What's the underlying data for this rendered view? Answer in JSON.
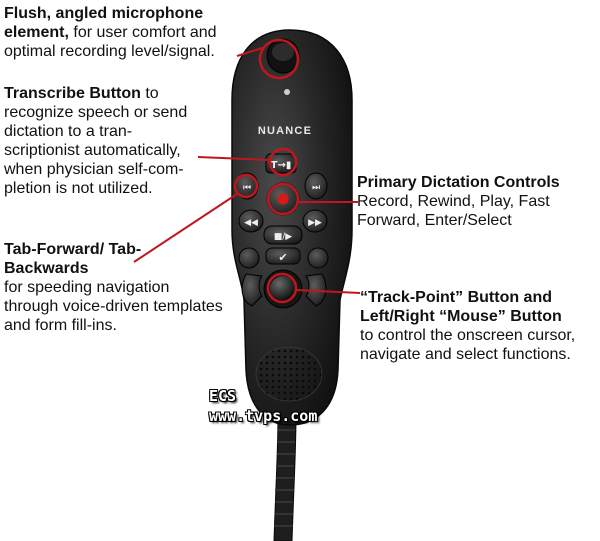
{
  "callouts": {
    "microphone": {
      "heading": "Flush, angled microphone element,",
      "body": " for user comfort and optimal recording level/signal."
    },
    "transcribe": {
      "heading": "Transcribe Button",
      "body": " to recognize speech or send dictation to a tran-scriptionist automatically, when physician self-com-pletion is not utilized."
    },
    "tab": {
      "heading": "Tab-Forward/ Tab-Backwards",
      "body": "for speeding navigation through voice-driven templates and form fill-ins."
    },
    "primary": {
      "heading": "Primary Dictation Controls",
      "body": "Record, Rewind, Play, Fast Forward, Enter/Select"
    },
    "trackpoint": {
      "heading": "“Track-Point” Button and Left/Right “Mouse” Button",
      "body": "to control the onscreen cursor, navigate and select functions."
    }
  },
  "device": {
    "brand": "NUANCE",
    "transcribe_symbol": "T→▮",
    "play_stop_symbol": "■/▶"
  },
  "watermark": {
    "line1": "ECS",
    "line2": "www.tvps.com"
  },
  "colors": {
    "callout_line": "#c0161d",
    "device_body": "#262626",
    "record_red": "#d61a1a"
  }
}
